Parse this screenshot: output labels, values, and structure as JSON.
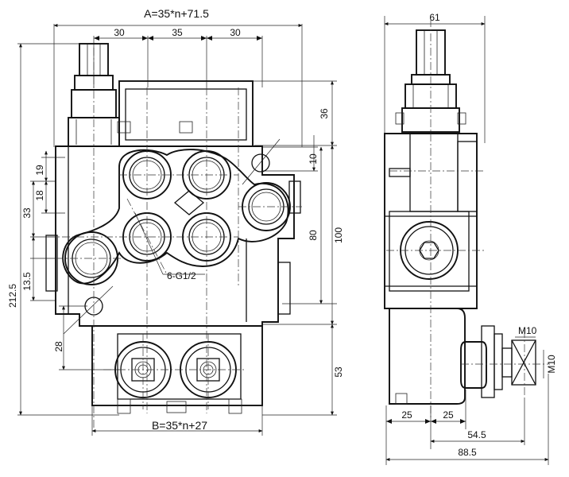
{
  "front_view": {
    "dim_A": "A=35*n+71.5",
    "dim_B": "B=35*n+27",
    "dim_30_left": "30",
    "dim_35": "35",
    "dim_30_right": "30",
    "dim_36": "36",
    "dim_10": "10",
    "dim_80": "80",
    "dim_100": "100",
    "dim_53": "53",
    "dim_19": "19",
    "dim_18": "18",
    "dim_33": "33",
    "dim_13_5": "13.5",
    "dim_212_5": "212.5",
    "dim_28": "28",
    "port_callout": "6-G1/2"
  },
  "side_view": {
    "dim_61": "61",
    "dim_M10_top": "M10",
    "dim_M10_side": "M10",
    "dim_25_left": "25",
    "dim_25_right": "25",
    "dim_54_5": "54.5",
    "dim_88_5": "88.5"
  }
}
